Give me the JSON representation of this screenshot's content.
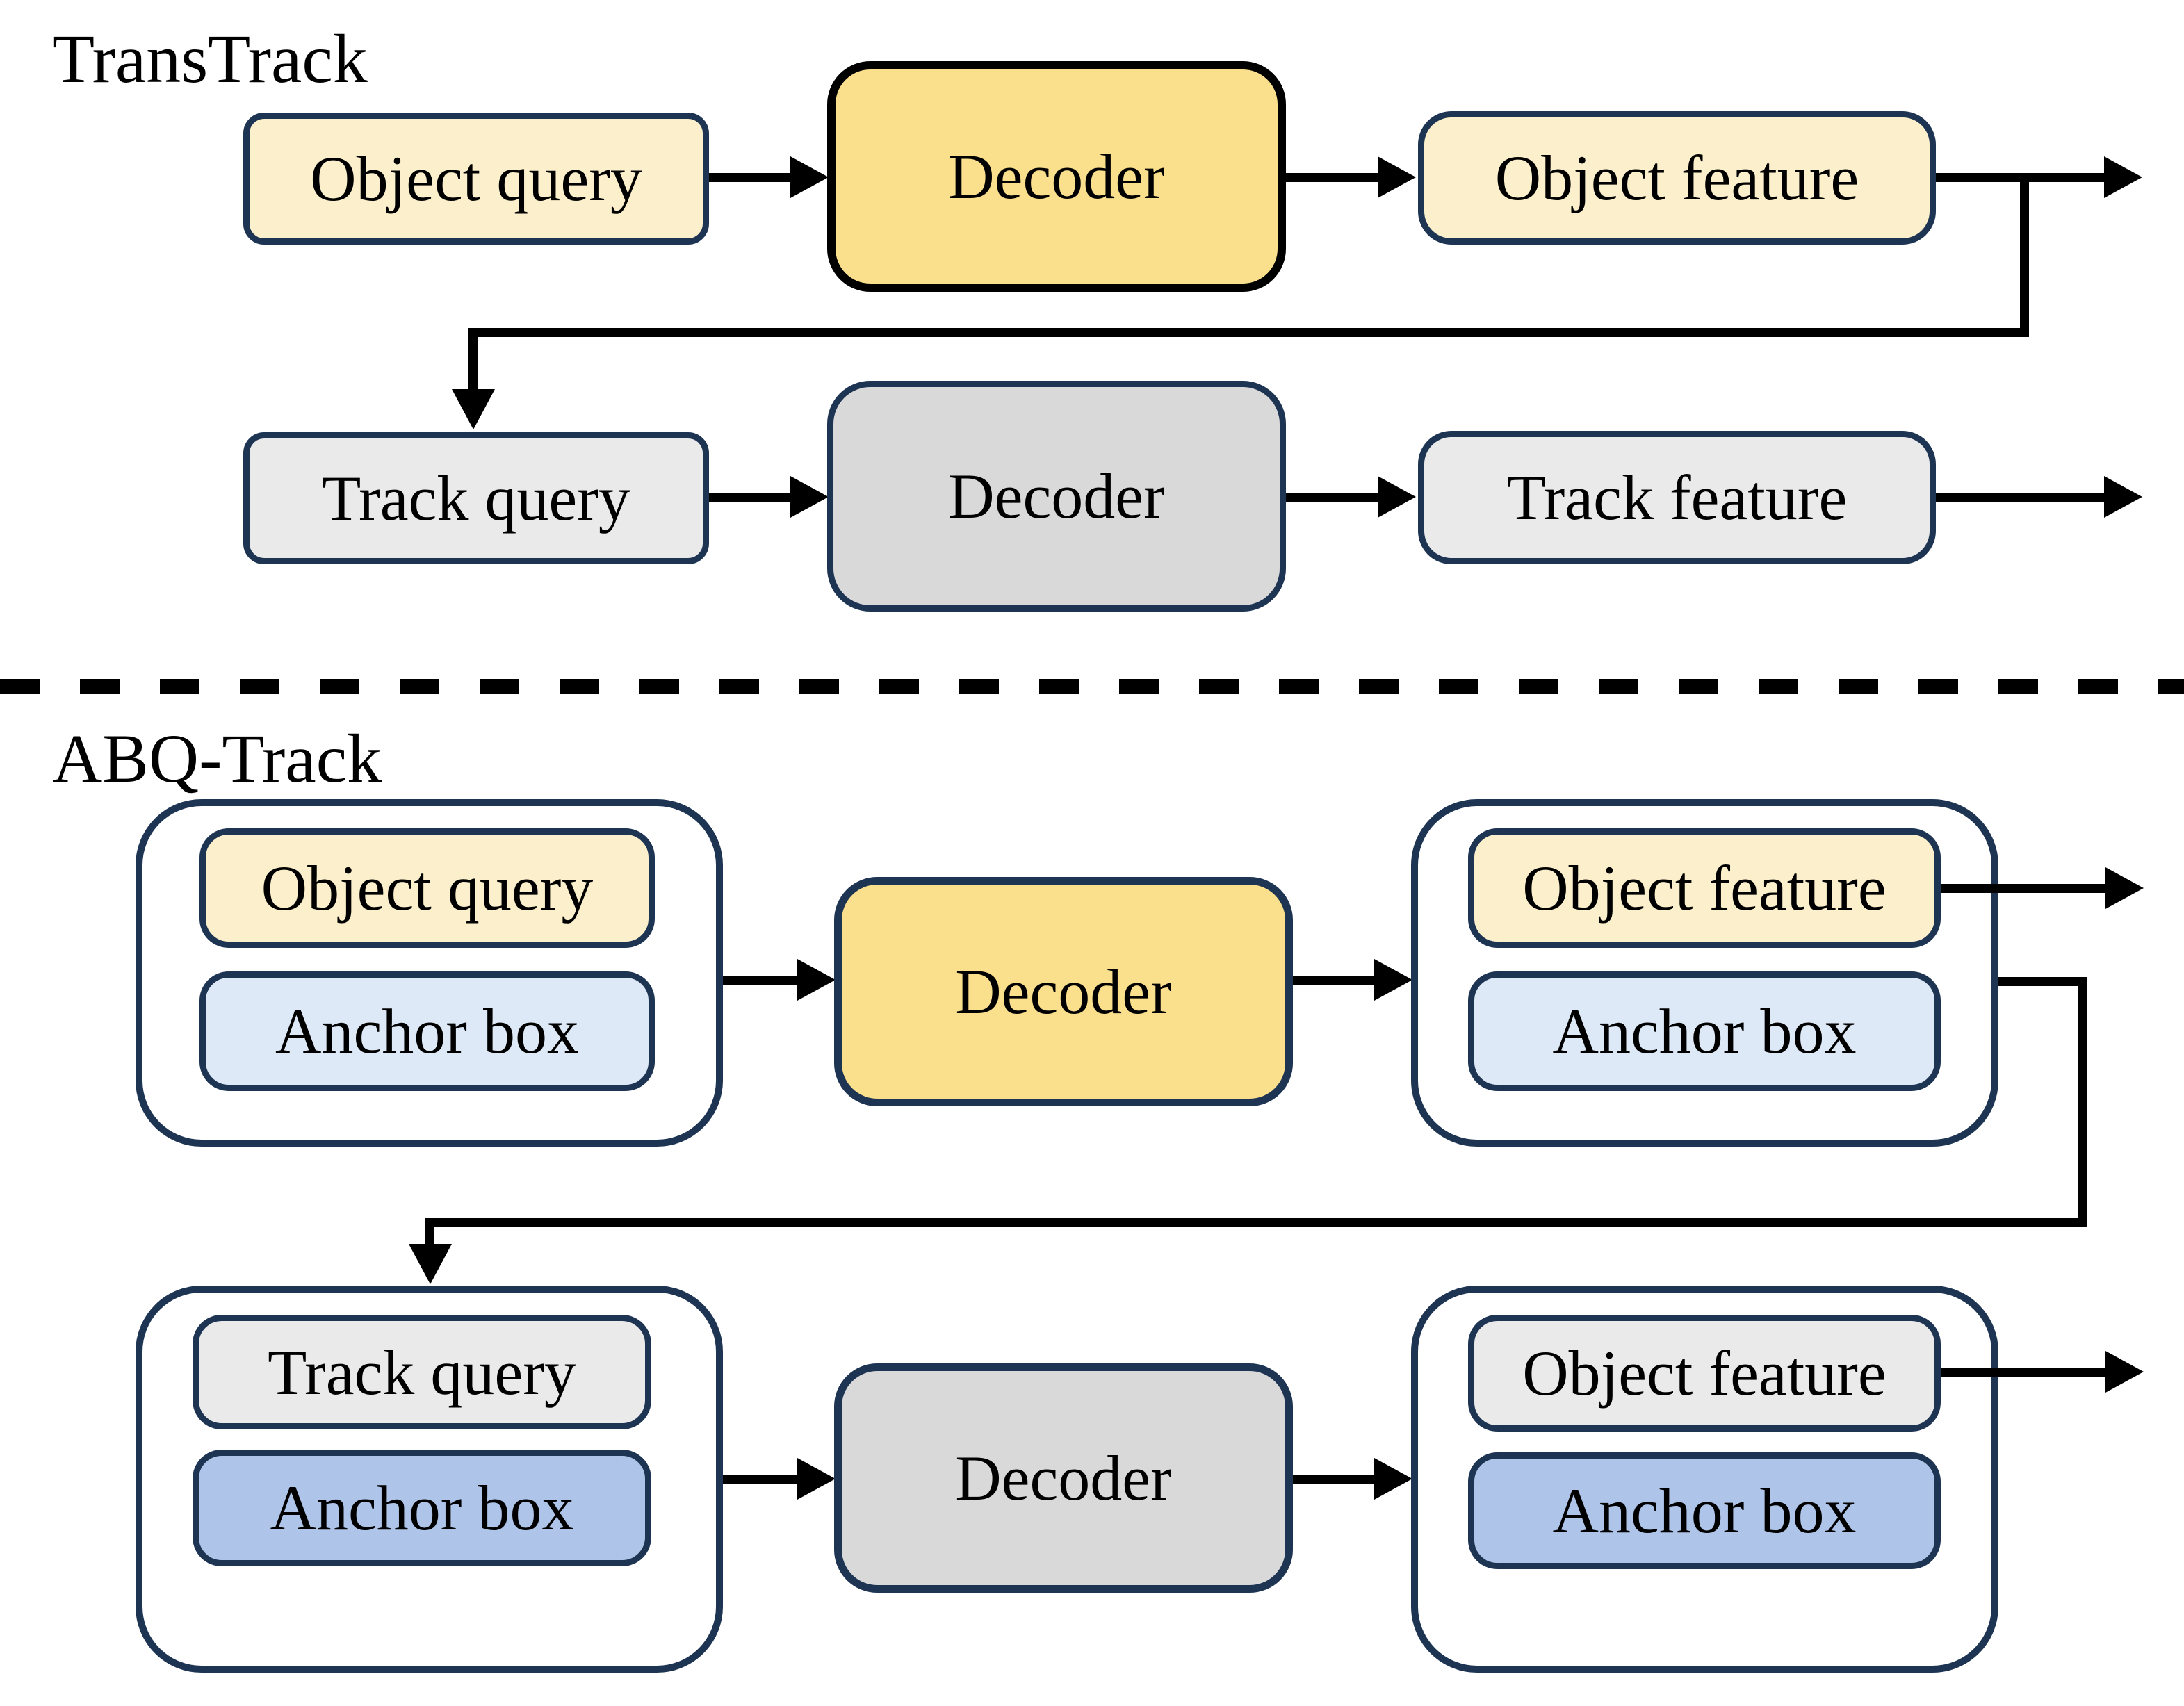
{
  "diagram": {
    "colors": {
      "cream": "#FBF0CB",
      "yellow": "#FADF8D",
      "light_gray": "#EAEAEA",
      "mid_gray": "#D9D9D9",
      "light_blue": "#DEE9F7",
      "mid_blue": "#AEC4E8",
      "navy_border": "#1E3453",
      "black": "#000000"
    },
    "transtrack": {
      "title": "TransTrack",
      "row1": {
        "object_query": "Object query",
        "decoder": "Decoder",
        "object_feature": "Object feature"
      },
      "row2": {
        "track_query": "Track query",
        "decoder": "Decoder",
        "track_feature": "Track feature"
      }
    },
    "abq_track": {
      "title": "ABQ-Track",
      "row1": {
        "object_query": "Object query",
        "anchor_box_in": "Anchor box",
        "decoder": "Decoder",
        "object_feature": "Object feature",
        "anchor_box_out": "Anchor box"
      },
      "row2": {
        "track_query": "Track query",
        "anchor_box_in": "Anchor box",
        "decoder": "Decoder",
        "object_feature": "Object feature",
        "anchor_box_out": "Anchor box"
      }
    }
  }
}
